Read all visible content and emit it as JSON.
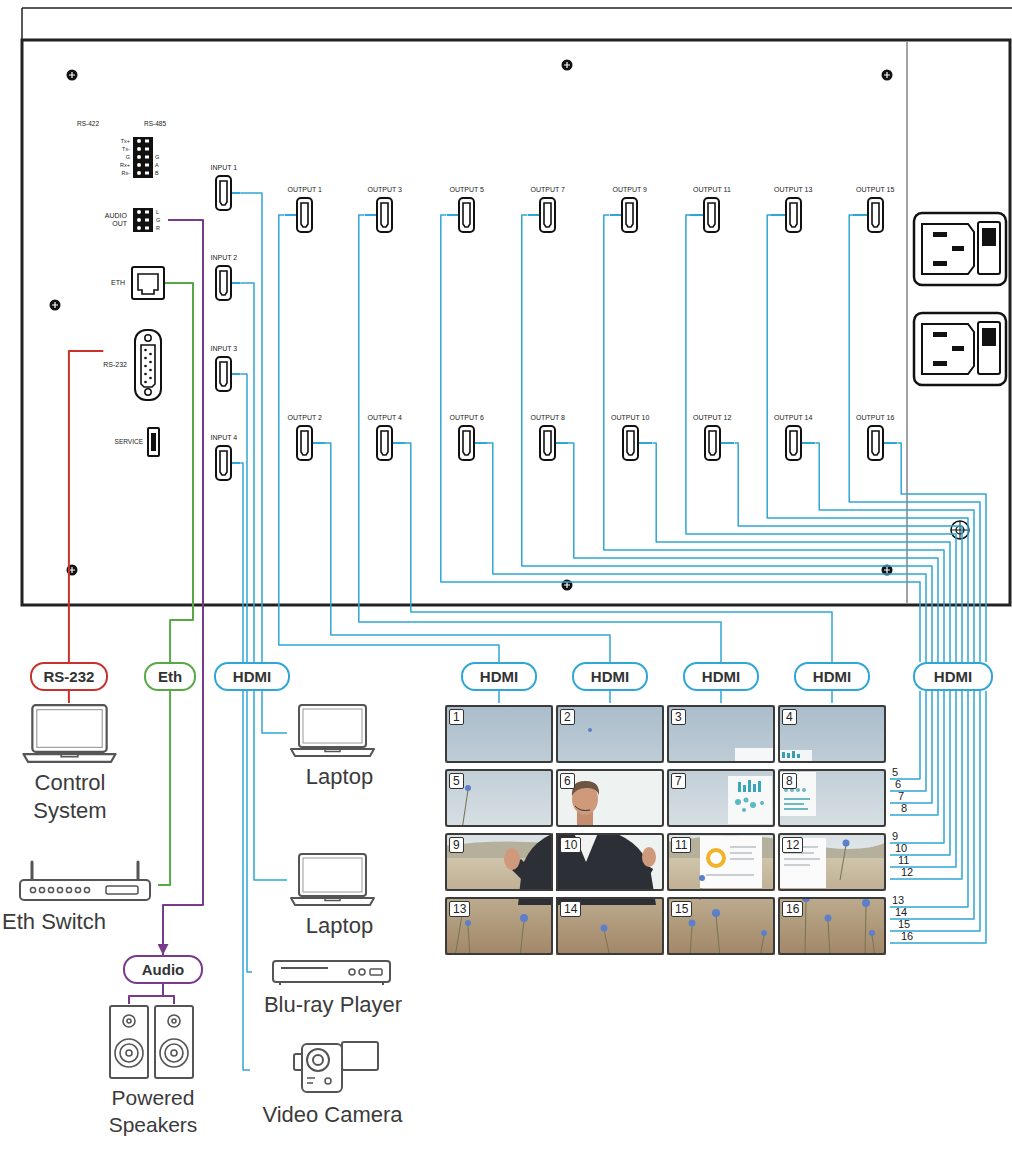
{
  "diagram": {
    "nodes": [
      {
        "text": [
          "AUDIO OUT"
        ]
      },
      {
        "text": [
          "ETH"
        ]
      },
      {
        "text": [
          "RS-232"
        ]
      },
      {
        "text": [
          "INPUT 1"
        ]
      },
      {
        "text": [
          "INPUT 2"
        ]
      },
      {
        "text": [
          "INPUT 3"
        ]
      },
      {
        "text": [
          "INPUT 4"
        ]
      },
      {
        "text": [
          "OUTPUT 1"
        ]
      },
      {
        "text": [
          "OUTPUT 2"
        ]
      },
      {
        "text": [
          "OUTPUT 3"
        ]
      },
      {
        "text": [
          "OUTPUT 4"
        ]
      },
      {
        "text": [
          "OUTPUT 5"
        ]
      },
      {
        "text": [
          "OUTPUT 6"
        ]
      },
      {
        "text": [
          "OUTPUT 7"
        ]
      },
      {
        "text": [
          "OUTPUT 8"
        ]
      },
      {
        "text": [
          "OUTPUT 9"
        ]
      },
      {
        "text": [
          "OUTPUT 10"
        ]
      },
      {
        "text": [
          "OUTPUT 11"
        ]
      },
      {
        "text": [
          "OUTPUT 12"
        ]
      },
      {
        "text": [
          "OUTPUT 13"
        ]
      },
      {
        "text": [
          "OUTPUT 14"
        ]
      },
      {
        "text": [
          "OUTPUT 15"
        ]
      },
      {
        "text": [
          "OUTPUT 16"
        ]
      },
      {
        "text": [
          "RS-232"
        ]
      },
      {
        "text": [
          "Eth"
        ]
      },
      {
        "text": [
          "HDMI"
        ]
      },
      {
        "text": [
          "HDMI"
        ]
      },
      {
        "text": [
          "HDMI"
        ]
      },
      {
        "text": [
          "HDMI"
        ]
      },
      {
        "text": [
          "HDMI"
        ]
      },
      {
        "text": [
          "HDMI"
        ]
      },
      {
        "text": [
          "Control System"
        ]
      },
      {
        "text": [
          "Laptop"
        ]
      },
      {
        "text": [
          "Eth Switch"
        ]
      },
      {
        "text": [
          "Laptop"
        ]
      },
      {
        "text": [
          "Audio"
        ]
      },
      {
        "text": [
          "Blu-ray Player"
        ]
      },
      {
        "text": [
          "Video Camera"
        ]
      },
      {
        "text": [
          "Powered Speakers"
        ]
      },
      {
        "text": [
          "1"
        ]
      },
      {
        "text": [
          "2"
        ]
      },
      {
        "text": [
          "3"
        ]
      },
      {
        "text": [
          "4"
        ]
      },
      {
        "text": [
          "5"
        ]
      },
      {
        "text": [
          "6"
        ]
      },
      {
        "text": [
          "7"
        ]
      },
      {
        "text": [
          "8"
        ]
      },
      {
        "text": [
          "9"
        ]
      },
      {
        "text": [
          "10"
        ]
      },
      {
        "text": [
          "11"
        ]
      },
      {
        "text": [
          "12"
        ]
      },
      {
        "text": [
          "13"
        ]
      },
      {
        "text": [
          "14"
        ]
      },
      {
        "text": [
          "15"
        ]
      },
      {
        "text": [
          "16"
        ]
      }
    ],
    "edges": [
      {
        "from": 2,
        "to": 23,
        "arrow": "none"
      },
      {
        "from": 23,
        "to": 31,
        "arrow": "none"
      },
      {
        "from": 1,
        "to": 24,
        "arrow": "none"
      },
      {
        "from": 24,
        "to": 33,
        "arrow": "none"
      },
      {
        "from": 0,
        "to": 35,
        "arrow": "to"
      },
      {
        "from": 35,
        "to": 38,
        "arrow": "none"
      },
      {
        "from": 3,
        "to": 25,
        "arrow": "none"
      },
      {
        "from": 4,
        "to": 25,
        "arrow": "none"
      },
      {
        "from": 5,
        "to": 25,
        "arrow": "none"
      },
      {
        "from": 6,
        "to": 25,
        "arrow": "none"
      },
      {
        "from": 25,
        "to": 32,
        "arrow": "none"
      },
      {
        "from": 25,
        "to": 34,
        "arrow": "none"
      },
      {
        "from": 25,
        "to": 36,
        "arrow": "none"
      },
      {
        "from": 25,
        "to": 37,
        "arrow": "none"
      },
      {
        "from": 7,
        "to": 26,
        "arrow": "none"
      },
      {
        "from": 8,
        "to": 27,
        "arrow": "none"
      },
      {
        "from": 9,
        "to": 28,
        "arrow": "none"
      },
      {
        "from": 10,
        "to": 29,
        "arrow": "none"
      },
      {
        "from": 26,
        "to": 39,
        "arrow": "none"
      },
      {
        "from": 27,
        "to": 40,
        "arrow": "none"
      },
      {
        "from": 28,
        "to": 41,
        "arrow": "none"
      },
      {
        "from": 29,
        "to": 42,
        "arrow": "none"
      },
      {
        "from": 11,
        "to": 30,
        "arrow": "none"
      },
      {
        "from": 12,
        "to": 30,
        "arrow": "none"
      },
      {
        "from": 13,
        "to": 30,
        "arrow": "none"
      },
      {
        "from": 14,
        "to": 30,
        "arrow": "none"
      },
      {
        "from": 15,
        "to": 30,
        "arrow": "none"
      },
      {
        "from": 16,
        "to": 30,
        "arrow": "none"
      },
      {
        "from": 17,
        "to": 30,
        "arrow": "none"
      },
      {
        "from": 18,
        "to": 30,
        "arrow": "none"
      },
      {
        "from": 19,
        "to": 30,
        "arrow": "none"
      },
      {
        "from": 20,
        "to": 30,
        "arrow": "none"
      },
      {
        "from": 21,
        "to": 30,
        "arrow": "none"
      },
      {
        "from": 22,
        "to": 30,
        "arrow": "none"
      },
      {
        "from": 30,
        "to": 43,
        "arrow": "none"
      },
      {
        "from": 30,
        "to": 44,
        "arrow": "none"
      },
      {
        "from": 30,
        "to": 45,
        "arrow": "none"
      },
      {
        "from": 30,
        "to": 46,
        "arrow": "none"
      },
      {
        "from": 30,
        "to": 47,
        "arrow": "none"
      },
      {
        "from": 30,
        "to": 48,
        "arrow": "none"
      },
      {
        "from": 30,
        "to": 49,
        "arrow": "none"
      },
      {
        "from": 30,
        "to": 50,
        "arrow": "none"
      },
      {
        "from": 30,
        "to": 51,
        "arrow": "none"
      },
      {
        "from": 30,
        "to": 52,
        "arrow": "none"
      },
      {
        "from": 30,
        "to": 53,
        "arrow": "none"
      },
      {
        "from": 30,
        "to": 54,
        "arrow": "none"
      }
    ],
    "labels": [
      "RS-422",
      "RS-485",
      "Tx+",
      "Tx-",
      "G",
      "Rx+",
      "Rx-",
      "G",
      "A",
      "B",
      "L",
      "G",
      "R",
      "SERVICE",
      "5",
      "6",
      "7",
      "8",
      "9",
      "10",
      "11",
      "12",
      "13",
      "14",
      "15",
      "16"
    ]
  }
}
